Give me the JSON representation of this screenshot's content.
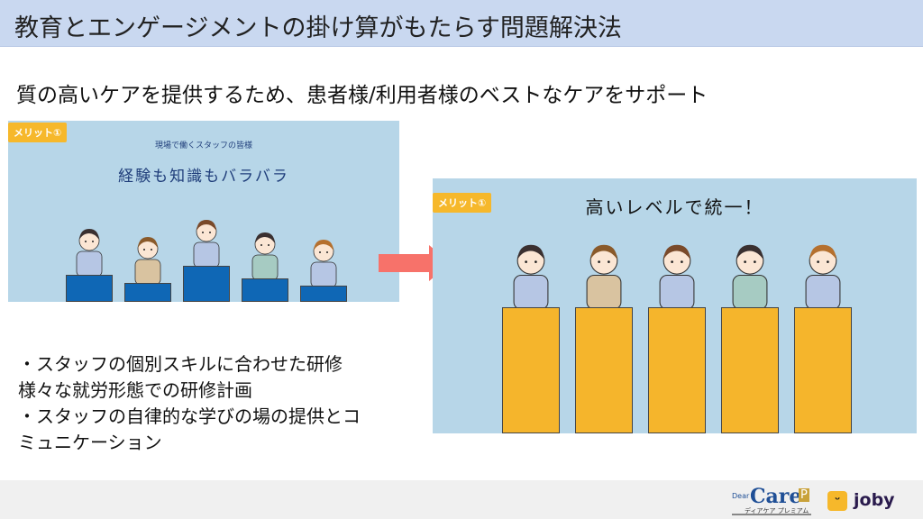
{
  "header": {
    "title": "教育とエンゲージメントの掛け算がもたらす問題解決法"
  },
  "subtitle": "質の高いケアを提供するため、患者様/利用者様のベストなケアをサポート",
  "left_panel": {
    "badge": "メリット①",
    "caption": "現場で働くスタッフの皆様",
    "title": "経験も知識もバラバラ",
    "levels": [
      0.52,
      0.27,
      0.78,
      0.41,
      0.18
    ],
    "bar_color": "#0f67b5"
  },
  "right_panel": {
    "badge": "メリット①",
    "title": "高いレベルで統一！",
    "levels": [
      1,
      1,
      1,
      1,
      1
    ],
    "bar_color": "#f5b52c"
  },
  "bullets": [
    "・スタッフの個別スキルに合わせた研修",
    "様々な就労形態での研修計画",
    "・スタッフの自律的な学びの場の提供とコ",
    "ミュニケーション"
  ],
  "footer": {
    "logo_main": "Care",
    "logo_prefix": "Dear",
    "logo_badge": "P",
    "logo_kana": "ディアケア プレミアム",
    "joby_icon": "ᵕ",
    "joby": "joby"
  },
  "colors": {
    "arrow": "#f7726a",
    "header": "#c9d8f0"
  }
}
